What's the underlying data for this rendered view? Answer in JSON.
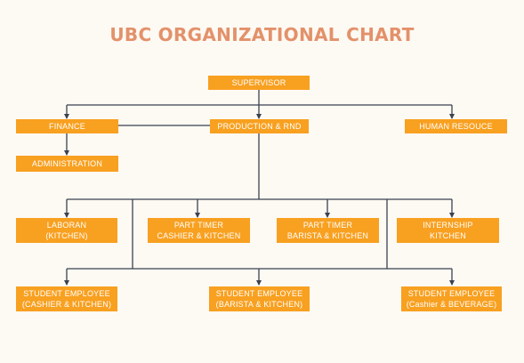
{
  "title": "UBC ORGANIZATIONAL CHART",
  "colors": {
    "box": "#f8a020",
    "title": "#e3916a",
    "line": "#3a4150",
    "background": "#fdf9f3"
  },
  "nodes": {
    "supervisor": [
      "SUPERVISOR"
    ],
    "finance": [
      "FINANCE"
    ],
    "production": [
      "PRODUCTION & RND"
    ],
    "hr": [
      "HUMAN RESOUCE"
    ],
    "administration": [
      "ADMINISTRATION"
    ],
    "laboran": [
      "LABORAN",
      "(KITCHEN)"
    ],
    "pt_cashier": [
      "PART TIMER",
      "CASHIER & KITCHEN"
    ],
    "pt_barista": [
      "PART TIMER",
      "BARISTA & KITCHEN"
    ],
    "internship": [
      "INTERNSHIP",
      "KITCHEN"
    ],
    "se_cashier_kitchen": [
      "STUDENT EMPLOYEE",
      "(CASHIER & KITCHEN)"
    ],
    "se_barista_kitchen": [
      "STUDENT EMPLOYEE",
      "(BARISTA & KITCHEN)"
    ],
    "se_cashier_beverage": [
      "STUDENT EMPLOYEE",
      "(Cashier & BEVERAGE)"
    ]
  }
}
